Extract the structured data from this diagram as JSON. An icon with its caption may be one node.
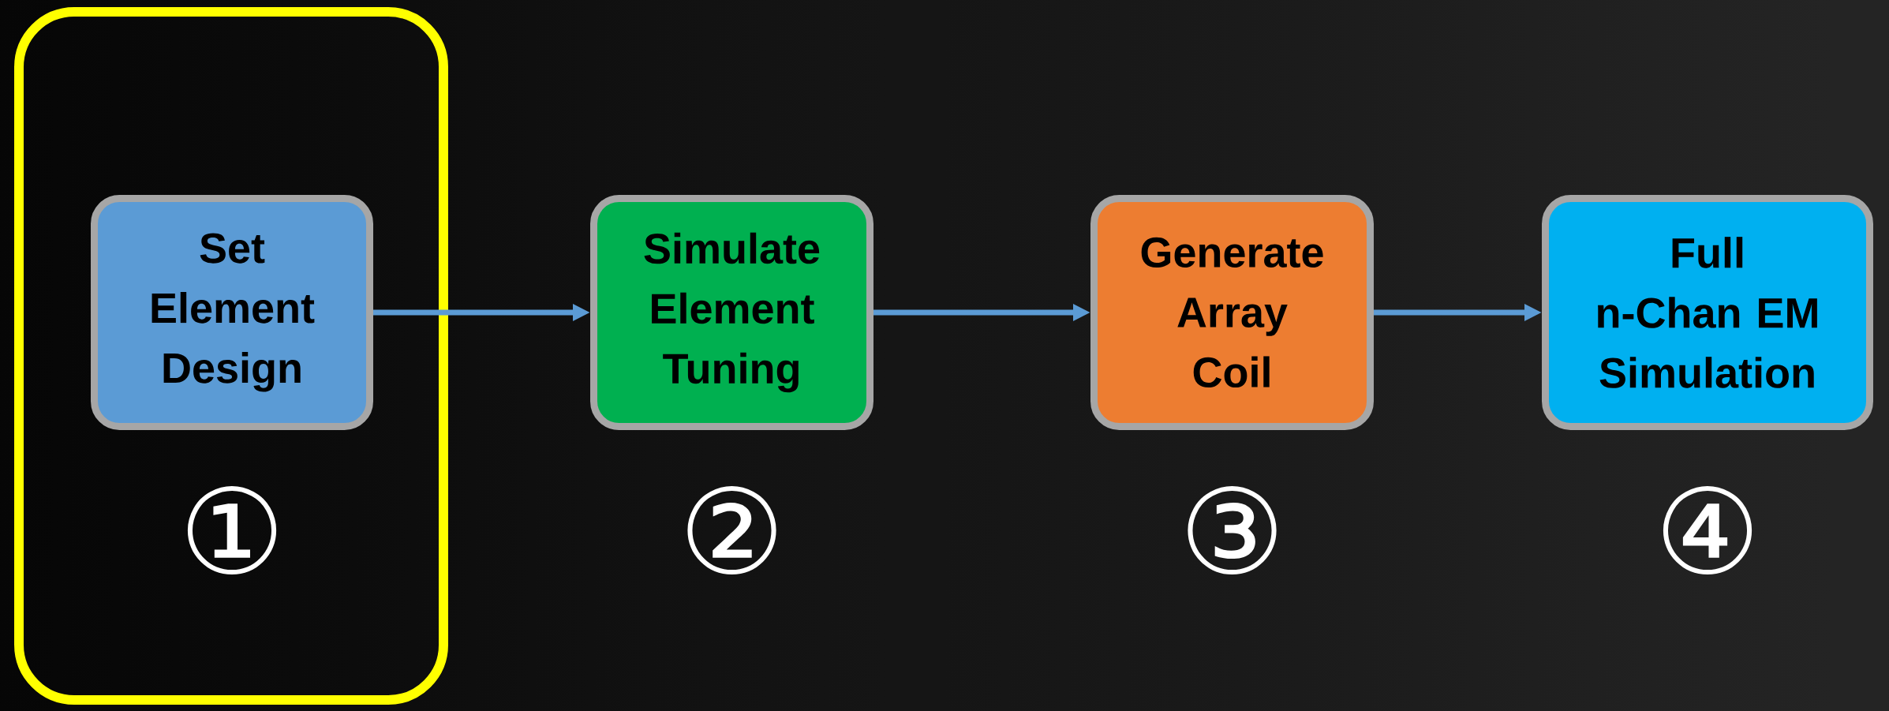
{
  "diagram": {
    "nodes": [
      {
        "text": [],
        "shape": "box"
      },
      {
        "text": [
          "Set Element Design"
        ],
        "beside": [
          "①"
        ],
        "in": 0
      },
      {
        "text": [
          "Simulate Element Tuning"
        ],
        "beside": [
          "②"
        ]
      },
      {
        "text": [
          "Generate Array Coil"
        ],
        "beside": [
          "③"
        ]
      },
      {
        "text": [
          "Full n-Chan EM Simulation"
        ],
        "beside": [
          "④"
        ]
      }
    ],
    "edges": [
      {
        "from": 1,
        "to": 2,
        "arrow": "to"
      },
      {
        "from": 2,
        "to": 3,
        "arrow": "to"
      },
      {
        "from": 3,
        "to": 4,
        "arrow": "to"
      }
    ]
  }
}
